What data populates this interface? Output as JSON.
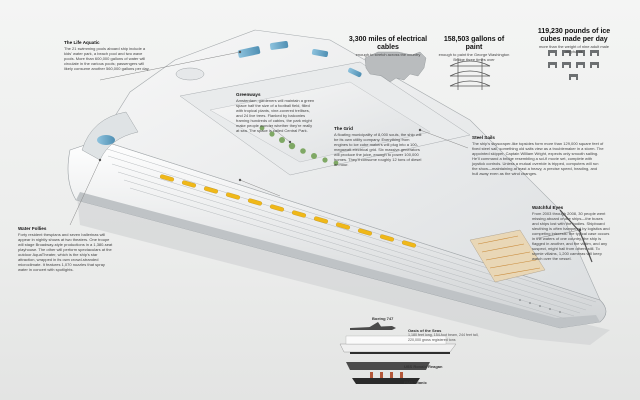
{
  "callouts": {
    "aqua": {
      "title": "The Life Aquatic",
      "body": "The 21 swimming pools aboard ship include a kids' water park, a beach pool and two wave pools. More than 600,000 gallons of water will circulate in the various pools; passengers will likely consume another 560,000 gallons per day."
    },
    "greenways": {
      "title": "Greenways",
      "body": "Amsterdam, gardeners will maintain a green space half the size of a football field, filled with tropical plants, vine-covered trellises, and 24 live trees. Flanked by balconies framing hundreds of cabins, the park might make people wonder whether they're really at sea. The space is called Central Park."
    },
    "grid": {
      "title": "The Grid",
      "body": "A floating municipality of 8,000 souls, the ship will be its own utility company. Everything from engines to ice cube makers will plug into a 100-megawatt electrical grid. Six massive generators will produce the juice, enough to power 100,000 homes. They'll consume roughly 12 tons of diesel an hour."
    },
    "steel": {
      "title": "Steel Sails",
      "body": "The ship's skyscraper-like topsides form more than 129,000 square feet of fixed steel sail, something old salts view as a troublemaker in a storm. The appointed skipper, Captain William Wright, expects only smooth sailing. He'll command a bridge resembling a sci-fi movie set, complete with joystick controls. Unless a mutual override is tripped, computers will run the show—maintaining at least a heavy, a precise speed, heading, and hull away even as the wind changes."
    },
    "watchful": {
      "title": "Watchful Eyes",
      "body": "From 2003 through 2008, 30 people went missing aboard cruise ships—the buses and ships lost with the bodies. Shipboard sleuthing is often hampered by logistics and competing interests: the typical case occurs in the waters of one country, the ship is flagged in another, and the victim, and any suspect, might hail from others still. To stymie villains, 1,200 cameras will keep watch over the vessel."
    },
    "water": {
      "title": "Water Follies",
      "body": "Forty resident thespians and seven ballerinas will appear in nightly shows at two theaters. One troupe will stage Broadway-style productions in a 1,380-seat playhouse. The other will perform spectaculars at the outdoor AquaTheater, which is the ship's star attraction, wrapped in its own crowd-stranded microclimate. It features 1,070 nozzles that spray water in concert with spotlights."
    }
  },
  "stats": {
    "cables": {
      "big": "3,300 miles of electrical cables",
      "sub": "enough to stretch across the country"
    },
    "paint": {
      "big": "158,503 gallons of paint",
      "sub": "enough to paint the George Washington Bridge three times over"
    },
    "ice": {
      "big": "119,230 pounds of ice cubes made per day",
      "sub": "more than the weight of nine adult male elephants"
    }
  },
  "comparison": {
    "boeing": "Boeing 747",
    "oasis_title": "Oasis of the Seas",
    "oasis_sub": "1,180 feet long, 154-foot beam, 244 feet tall, 220,000 gross registered tons",
    "reagan": "USS Ronald Reagan",
    "titanic": "RMS Titanic"
  },
  "colors": {
    "hull": "#fafafa",
    "hull_shade": "#d8dadc",
    "lifeboat": "#f0b818",
    "pool": "#6fa9c8",
    "park": "#7fa865",
    "dark_hull": "#2e2e2e"
  }
}
